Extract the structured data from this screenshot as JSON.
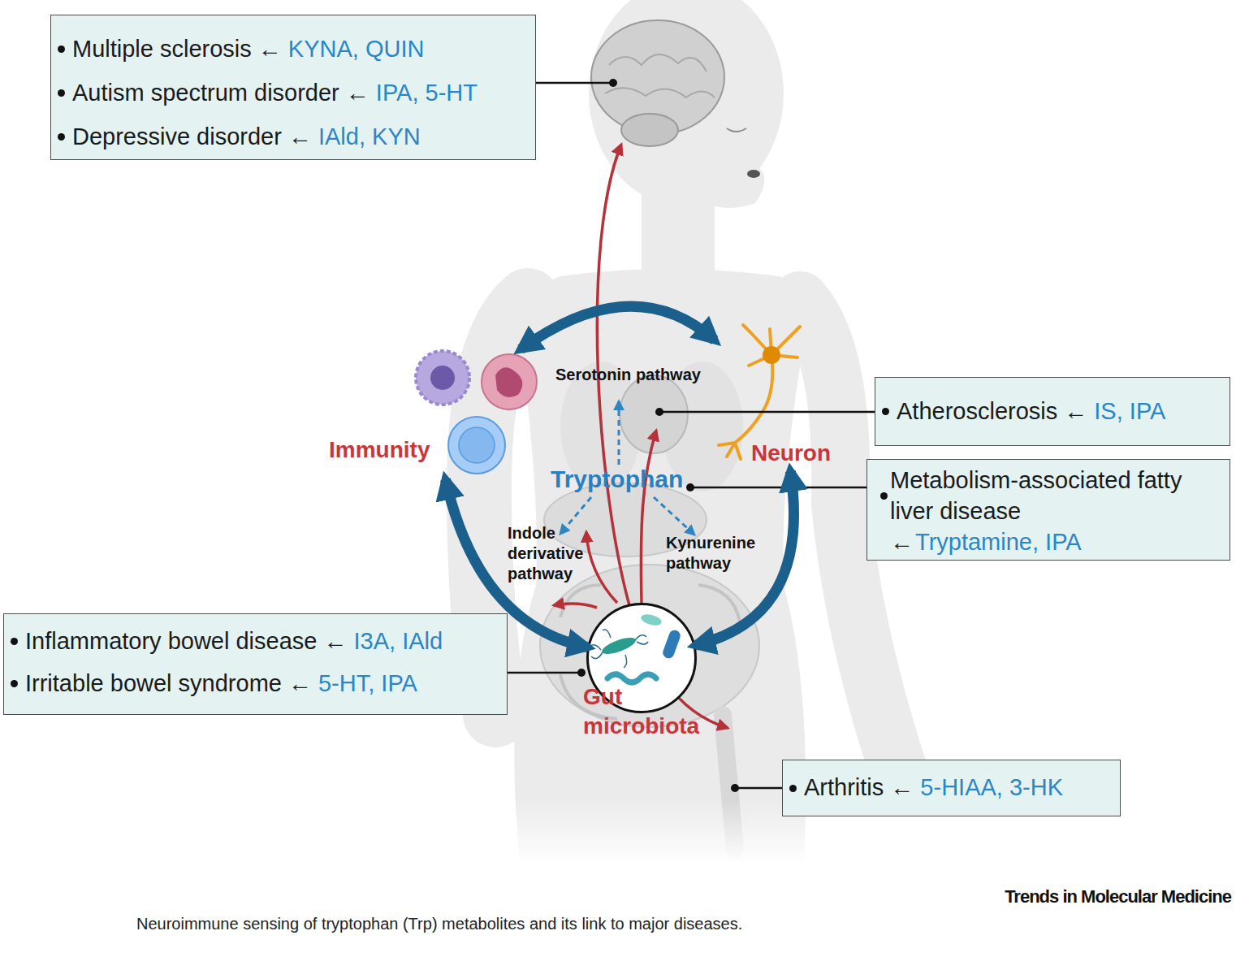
{
  "diagram": {
    "caption": "Neuroimmune sensing of tryptophan (Trp) metabolites and its link to major diseases.",
    "nodes": [
      {
        "text": [
          "Multiple sclerosis ←",
          "KYNA, QUIN",
          "Autism spectrum disorder ←",
          "IPA, 5-HT",
          "Depressive disorder ←",
          "IAld, KYN"
        ]
      },
      {
        "text": [
          "Atherosclerosis ←",
          "IS, IPA"
        ]
      },
      {
        "text": [
          "Immunity"
        ]
      },
      {
        "text": [
          "Neuron"
        ]
      },
      {
        "text": [
          "Metabolism-associated fatty liver disease",
          "←",
          "Tryptamine, IPA"
        ]
      },
      {
        "text": [
          "Inflammatory bowel disease ←",
          "I3A, IAld",
          "Irritable bowel syndrome ←",
          "5-HT, IPA"
        ]
      },
      {
        "text": [
          "Gut microbiota"
        ]
      },
      {
        "text": [
          "Arthritis ←",
          "5-HIAA, 3-HK"
        ]
      }
    ],
    "edges": [
      {
        "from": 2,
        "to": 3,
        "arrow": "both"
      },
      {
        "from": 2,
        "to": 6,
        "arrow": "both"
      },
      {
        "from": 3,
        "to": 6,
        "arrow": "both"
      }
    ],
    "labels": [
      "Serotonin pathway",
      "Tryptophan",
      "Indole derivative pathway",
      "Kynurenine pathway",
      "Trends in Molecular Medicine"
    ]
  }
}
